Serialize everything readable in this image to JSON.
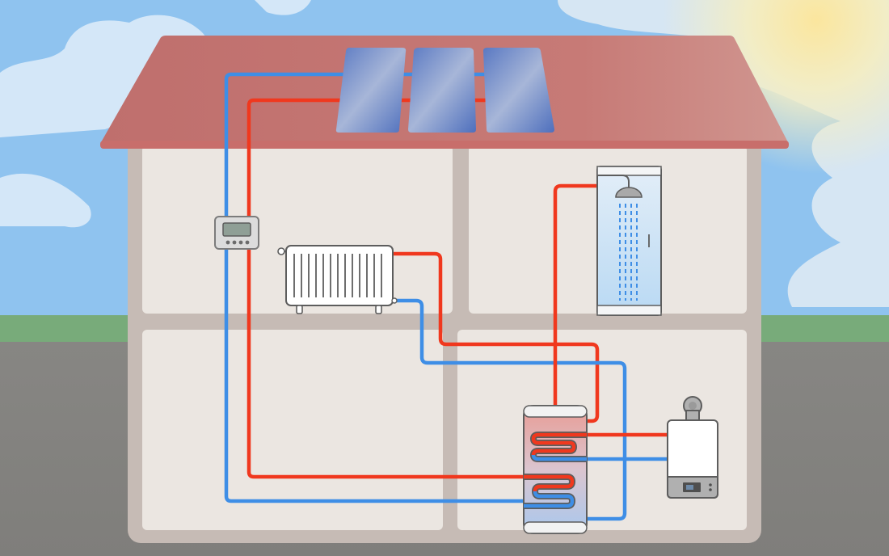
{
  "scene": {
    "subject": "solar-water-heating-system",
    "colors": {
      "sky": "#8fc3ef",
      "cloud": "#d4e7f8",
      "sun": "#f7e7a9",
      "grass": "#78ab7a",
      "ground": "#848381",
      "roof": "#c17774",
      "walls": "#c6bbb5",
      "rooms": "#ebe6e1",
      "hot_pipe": "#f0381e",
      "cold_pipe": "#3e8ee6",
      "solar_panel": "#5a79c3"
    }
  },
  "components": [
    {
      "id": "solar-collectors",
      "icon": "solar-panel-icon",
      "count": 3
    },
    {
      "id": "controller",
      "icon": "thermostat-icon"
    },
    {
      "id": "radiator",
      "icon": "radiator-icon"
    },
    {
      "id": "shower",
      "icon": "shower-icon"
    },
    {
      "id": "storage-tank",
      "icon": "water-tank-icon"
    },
    {
      "id": "boiler",
      "icon": "boiler-icon"
    }
  ]
}
